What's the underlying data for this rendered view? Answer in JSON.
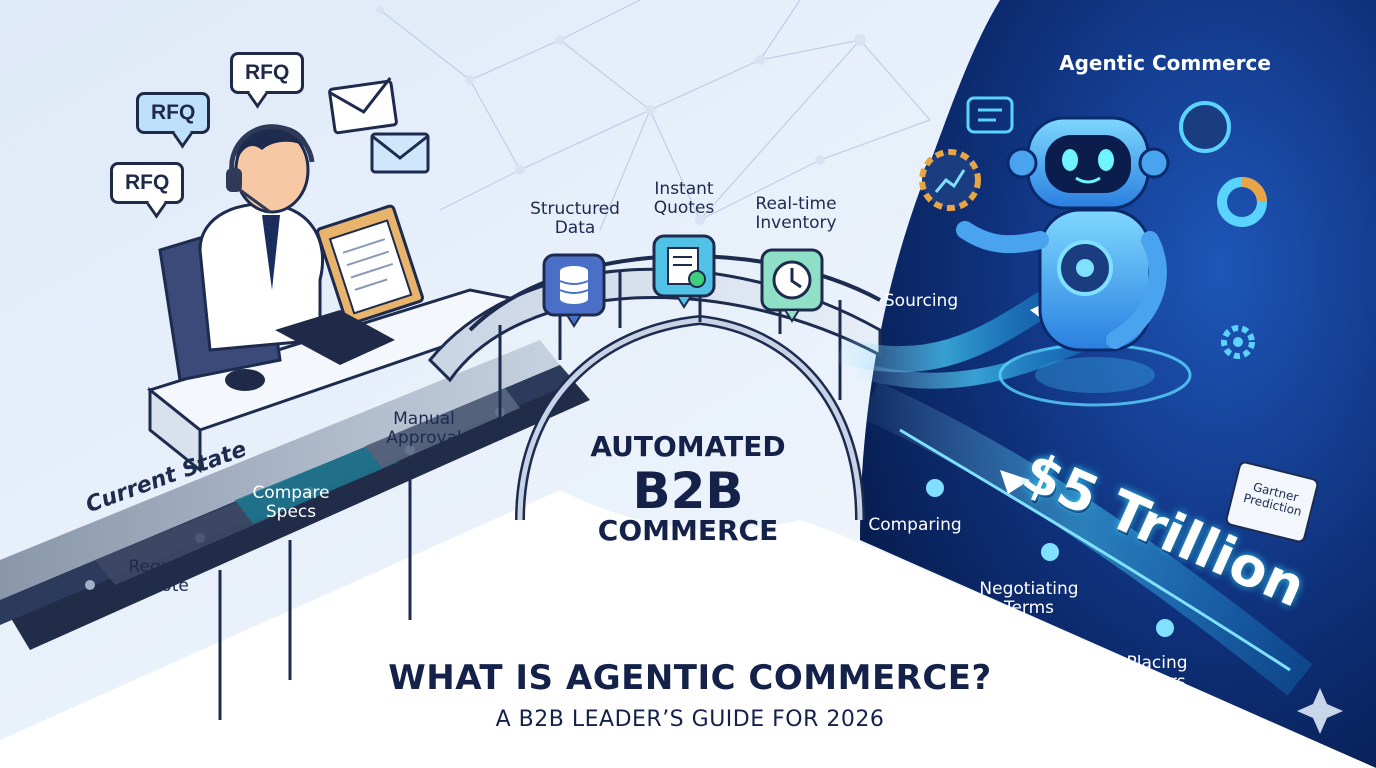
{
  "left_panel": {
    "bubbles": [
      "RFQ",
      "RFQ",
      "RFQ"
    ],
    "section_label": "Current State",
    "steps": [
      "Request Quote",
      "Compare Specs",
      "Manual Approval"
    ],
    "icons": [
      "headset-icon",
      "clipboard-icon",
      "keyboard-icon",
      "mouse-icon",
      "email-icon"
    ]
  },
  "bridge": {
    "features": [
      "Structured Data",
      "Instant Quotes",
      "Real-time Inventory"
    ],
    "feature_icons": [
      "database-icon",
      "document-check-icon",
      "clock-icon"
    ],
    "center_title": {
      "line1": "AUTOMATED",
      "line2": "B2B",
      "line3": "COMMERCE"
    }
  },
  "right_panel": {
    "section_label": "Agentic Commerce",
    "process_labels": [
      "Sourcing",
      "Comparing",
      "Negotiating Terms",
      "Placing Orders"
    ],
    "highlight_value": "$5 Trillion",
    "badge": "Gartner Prediction",
    "icons": [
      "robot-icon",
      "ai-chip-icon",
      "gear-chart-icon",
      "donut-chart-icon",
      "chat-icon",
      "gear-icon"
    ]
  },
  "footer": {
    "title": "WHAT IS AGENTIC COMMERCE?",
    "subtitle": "A B2B LEADER’S GUIDE FOR 2026"
  },
  "colors": {
    "navy": "#0b2a66",
    "accent_cyan": "#34c8f4",
    "text_dark": "#1d2b4f",
    "light_bg": "#e8f1fb"
  }
}
